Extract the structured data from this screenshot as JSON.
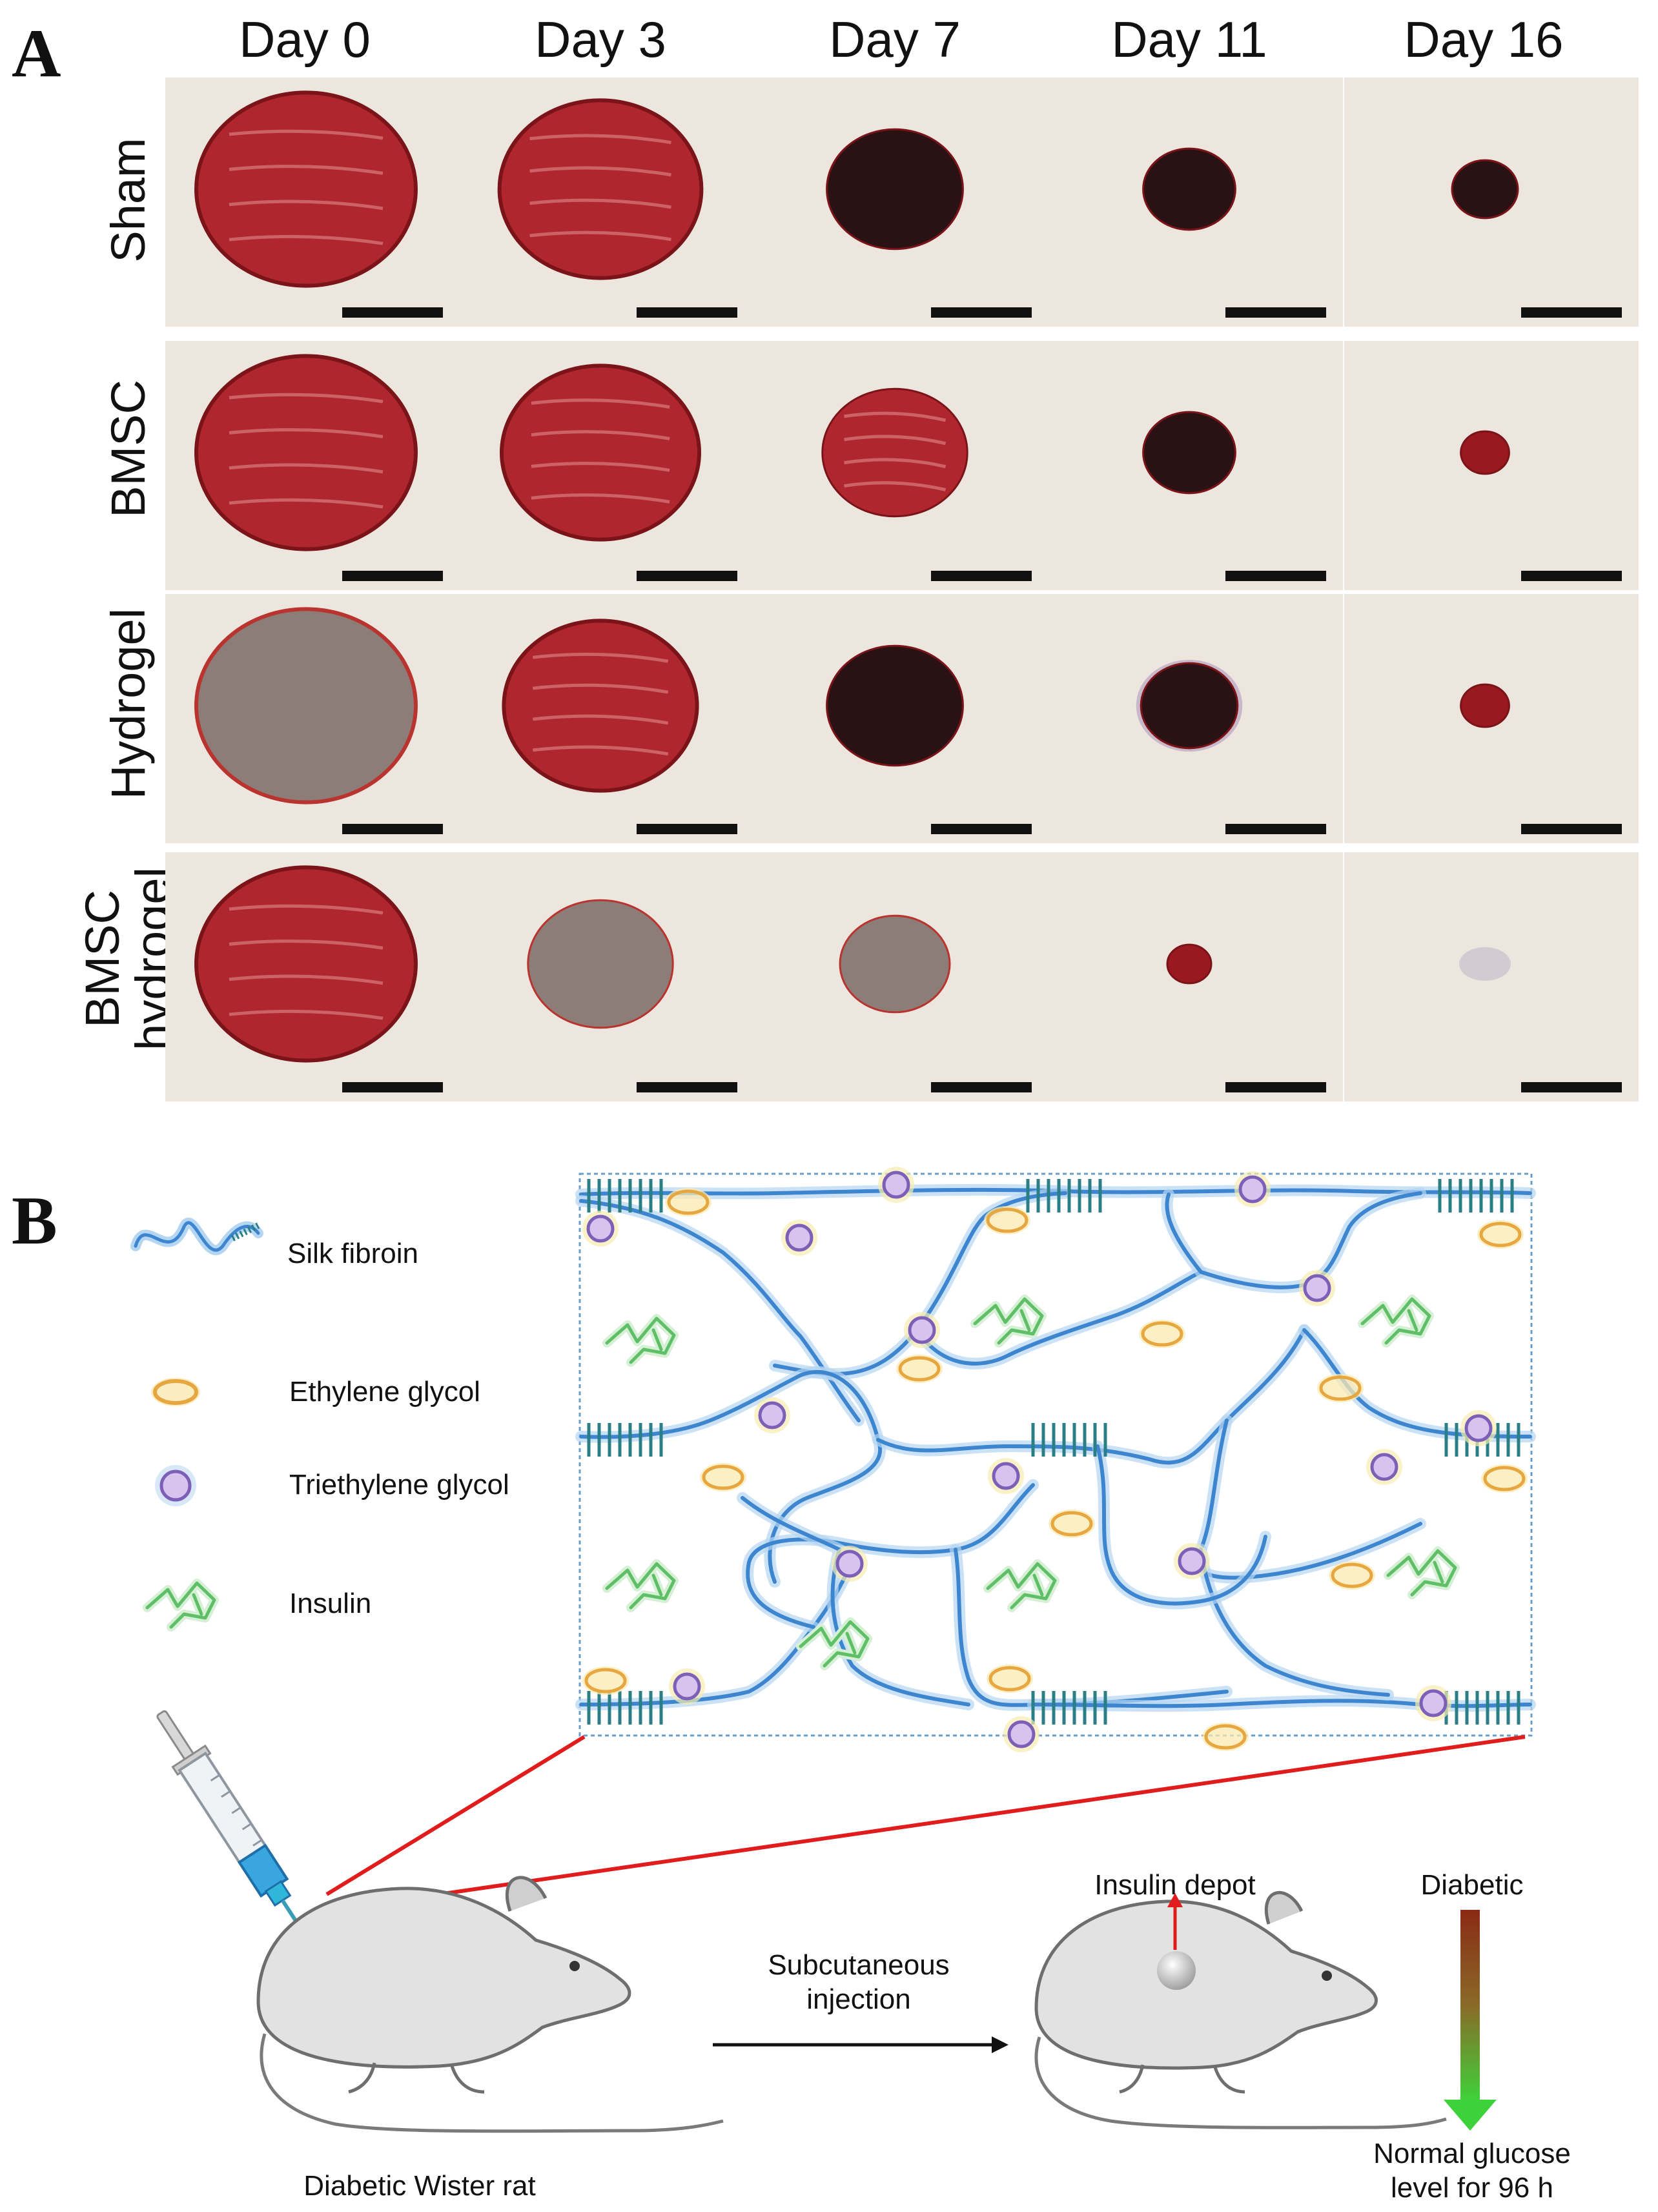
{
  "panel_a": {
    "letter": "A",
    "columns": [
      "Day 0",
      "Day 3",
      "Day 7",
      "Day 11",
      "Day 16"
    ],
    "rows": [
      {
        "label_lines": [
          "Sham"
        ]
      },
      {
        "label_lines": [
          "BMSC"
        ]
      },
      {
        "label_lines": [
          "Hydrogel"
        ]
      },
      {
        "label_lines": [
          "BMSC",
          "hydrogel"
        ]
      }
    ],
    "wound_fraction": [
      [
        1.0,
        0.92,
        0.62,
        0.42,
        0.3
      ],
      [
        1.0,
        0.9,
        0.66,
        0.42,
        0.22
      ],
      [
        1.0,
        0.88,
        0.62,
        0.44,
        0.22
      ],
      [
        1.0,
        0.66,
        0.5,
        0.2,
        0.1
      ]
    ],
    "wound_style": [
      [
        "open",
        "open",
        "scab",
        "scab",
        "scab"
      ],
      [
        "open",
        "open",
        "open",
        "scab",
        "red"
      ],
      [
        "gel",
        "open",
        "scab",
        "ring",
        "red"
      ],
      [
        "open",
        "gel",
        "gel",
        "red",
        "healed"
      ]
    ],
    "colors": {
      "open": "#b0262e",
      "scab": "#2a1214",
      "gel": "#8d7d78",
      "red": "#9a1820",
      "skin": "#ece6df"
    }
  },
  "panel_b": {
    "letter": "B",
    "legend": [
      {
        "icon": "silk-fibroin-icon",
        "label": "Silk fibroin"
      },
      {
        "icon": "ethylene-glycol-icon",
        "label": "Ethylene glycol"
      },
      {
        "icon": "triethylene-glycol-icon",
        "label": "Triethylene glycol"
      },
      {
        "icon": "insulin-icon",
        "label": "Insulin"
      }
    ],
    "colors": {
      "fiber": "#3d86cf",
      "fiber_glow": "#b5d6f2",
      "crystal": "#2a7f86",
      "ethylene": "#e6a640",
      "triethylene": "#7d5fb8",
      "insulin": "#5fbf67",
      "zoom_line": "#e01c1c"
    },
    "rat_left_label": "Diabetic Wister rat",
    "injection_label_lines": [
      "Subcutaneous",
      "injection"
    ],
    "depot_label": "Insulin depot",
    "gradient_top_label": "Diabetic",
    "gradient_bottom_label_lines": [
      "Normal glucose",
      "level for 96 h"
    ]
  }
}
